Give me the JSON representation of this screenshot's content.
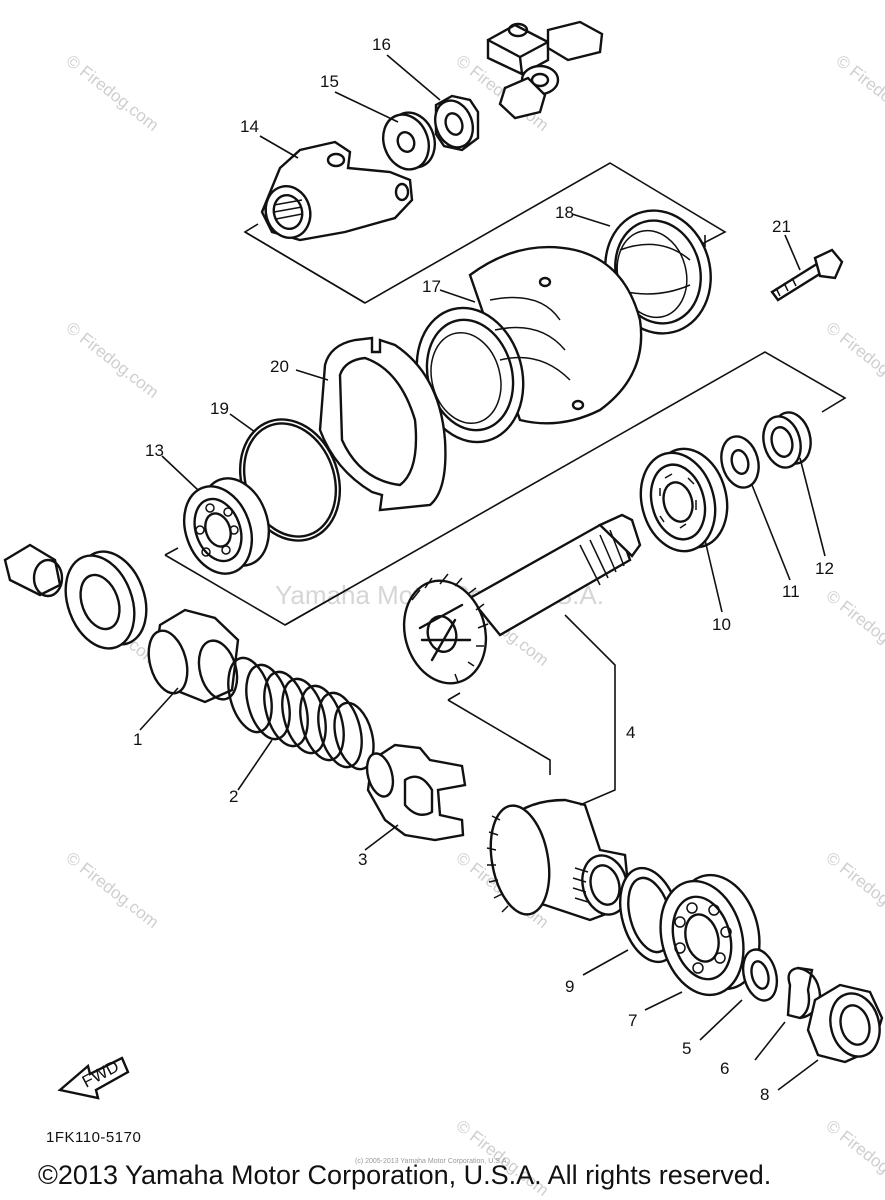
{
  "watermark_text": "© Firedog.com",
  "center_watermark": "Yamaha Motor Corp., U.S.A.",
  "callouts": [
    {
      "id": "1",
      "label": "1"
    },
    {
      "id": "2",
      "label": "2"
    },
    {
      "id": "3",
      "label": "3"
    },
    {
      "id": "4",
      "label": "4"
    },
    {
      "id": "5",
      "label": "5"
    },
    {
      "id": "6",
      "label": "6"
    },
    {
      "id": "7",
      "label": "7"
    },
    {
      "id": "8",
      "label": "8"
    },
    {
      "id": "9",
      "label": "9"
    },
    {
      "id": "10",
      "label": "10"
    },
    {
      "id": "11",
      "label": "11"
    },
    {
      "id": "12",
      "label": "12"
    },
    {
      "id": "13",
      "label": "13"
    },
    {
      "id": "14",
      "label": "14"
    },
    {
      "id": "15",
      "label": "15"
    },
    {
      "id": "16",
      "label": "16"
    },
    {
      "id": "17",
      "label": "17"
    },
    {
      "id": "18",
      "label": "18"
    },
    {
      "id": "19",
      "label": "19"
    },
    {
      "id": "20",
      "label": "20"
    },
    {
      "id": "21",
      "label": "21"
    }
  ],
  "fwd_label": "FWD",
  "part_code": "1FK110-5170",
  "copyright": "©2013 Yamaha Motor Corporation, U.S.A. All rights reserved.",
  "tiny_copyright": "(c) 2005-2013 Yamaha Motor Corporation, U.S.A."
}
